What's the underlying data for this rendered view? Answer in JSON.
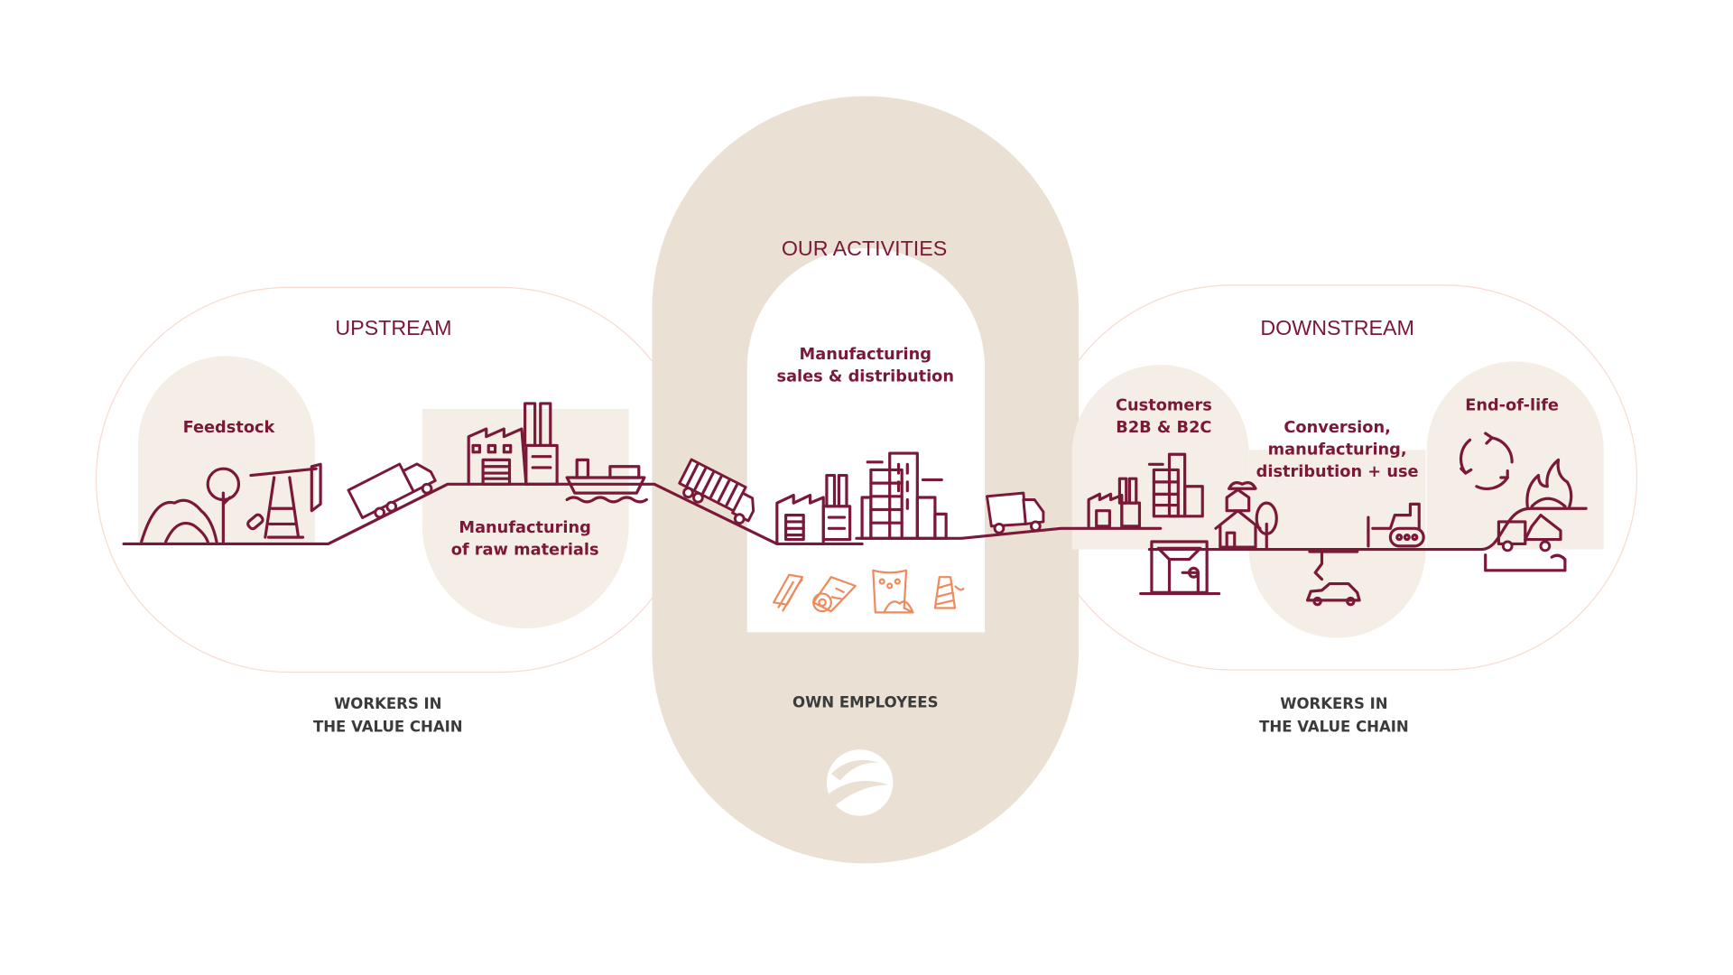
{
  "colors": {
    "brand": "#7A1838",
    "arch_fill": "#EAE0D3",
    "panel_fill": "#F4EEE6",
    "accent_orange": "#EE8A5B",
    "footer_text": "#3b3b3b"
  },
  "upstream": {
    "title": "UPSTREAM",
    "stages": [
      {
        "label_lines": [
          "Feedstock"
        ]
      },
      {
        "label_lines": [
          "Manufacturing",
          "of raw materials"
        ]
      }
    ],
    "footer_lines": [
      "WORKERS IN",
      "THE VALUE CHAIN"
    ]
  },
  "own_activities": {
    "title": "OUR ACTIVITIES",
    "stage": {
      "label_lines": [
        "Manufacturing",
        "sales & distribution"
      ]
    },
    "products": [
      "wood-planks-icon",
      "textile-roll-icon",
      "chemical-sack-icon",
      "yarn-spool-icon"
    ],
    "footer_lines": [
      "OWN EMPLOYEES"
    ]
  },
  "downstream": {
    "title": "DOWNSTREAM",
    "stages": [
      {
        "label_lines": [
          "Customers",
          "B2B & B2C"
        ]
      },
      {
        "label_lines": [
          "Conversion,",
          "manufacturing,",
          "distribution + use"
        ]
      },
      {
        "label_lines": [
          "End-of-life"
        ]
      }
    ],
    "footer_lines": [
      "WORKERS IN",
      "THE VALUE CHAIN"
    ]
  }
}
